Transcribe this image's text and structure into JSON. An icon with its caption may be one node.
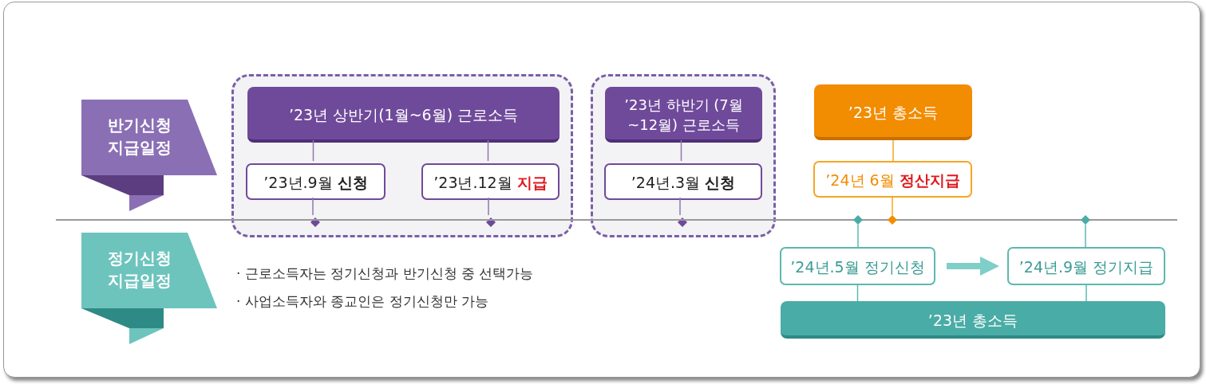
{
  "diagram": {
    "nodes": [
      {
        "text": [
          "반기신청 지급일정"
        ]
      },
      {
        "text": [],
        "shape": "box"
      },
      {
        "text": [
          "’23년 상반기(1월~6월) 근로소득"
        ],
        "in": 1
      },
      {
        "text": [
          "’23년.9월 **신청**"
        ],
        "in": 1
      },
      {
        "text": [
          "’23년.12월 **지급**"
        ],
        "in": 1
      },
      {
        "text": [],
        "shape": "box"
      },
      {
        "text": [
          "’23년 하반기 (7월~12월) 근로소득"
        ],
        "in": 5
      },
      {
        "text": [
          "’24년.3월 **신청**"
        ],
        "in": 5
      },
      {
        "text": [
          "’23년 총소득"
        ]
      },
      {
        "text": [
          "’24년 6월 **정산지급**"
        ]
      },
      {
        "text": [
          "정기신청 지급일정"
        ]
      },
      {
        "text": [
          "’24년.5월 정기신청"
        ]
      },
      {
        "text": [
          "’24년.9월 정기지급"
        ]
      },
      {
        "text": [
          "’23년 총소득"
        ]
      },
      {
        "text": [],
        "shape": "diamond",
        "in": 1
      },
      {
        "text": [],
        "shape": "diamond",
        "in": 1
      },
      {
        "text": [],
        "shape": "diamond",
        "in": 5
      },
      {
        "text": [],
        "shape": "diamond"
      },
      {
        "text": [],
        "shape": "diamond"
      },
      {
        "text": [],
        "shape": "diamond"
      }
    ],
    "edges": [
      {
        "from": 2,
        "to": 3,
        "arrow": "none"
      },
      {
        "from": 3,
        "to": 14,
        "arrow": "none"
      },
      {
        "from": 2,
        "to": 4,
        "arrow": "none"
      },
      {
        "from": 4,
        "to": 15,
        "arrow": "none"
      },
      {
        "from": 6,
        "to": 7,
        "arrow": "none"
      },
      {
        "from": 7,
        "to": 16,
        "arrow": "none"
      },
      {
        "from": 8,
        "to": 9,
        "arrow": "none",
        "color": "#f5a623"
      },
      {
        "from": 9,
        "to": 18,
        "arrow": "none",
        "color": "#f5a623"
      },
      {
        "from": 17,
        "to": 11,
        "arrow": "none",
        "color": "#5bb8b1"
      },
      {
        "from": 11,
        "to": 13,
        "arrow": "none",
        "color": "#5bb8b1"
      },
      {
        "from": 19,
        "to": 12,
        "arrow": "none",
        "color": "#5bb8b1"
      },
      {
        "from": 12,
        "to": 13,
        "arrow": "none",
        "color": "#5bb8b1"
      },
      {
        "from": 11,
        "to": 12,
        "arrow": "to",
        "style": "thick",
        "color": "#7fcfc8"
      }
    ],
    "labels": [
      "· 근로소득자는 정기신청과 반기신청 중 선택가능",
      "· 사업소득자와 종교인은 정기신청만 가능"
    ]
  }
}
